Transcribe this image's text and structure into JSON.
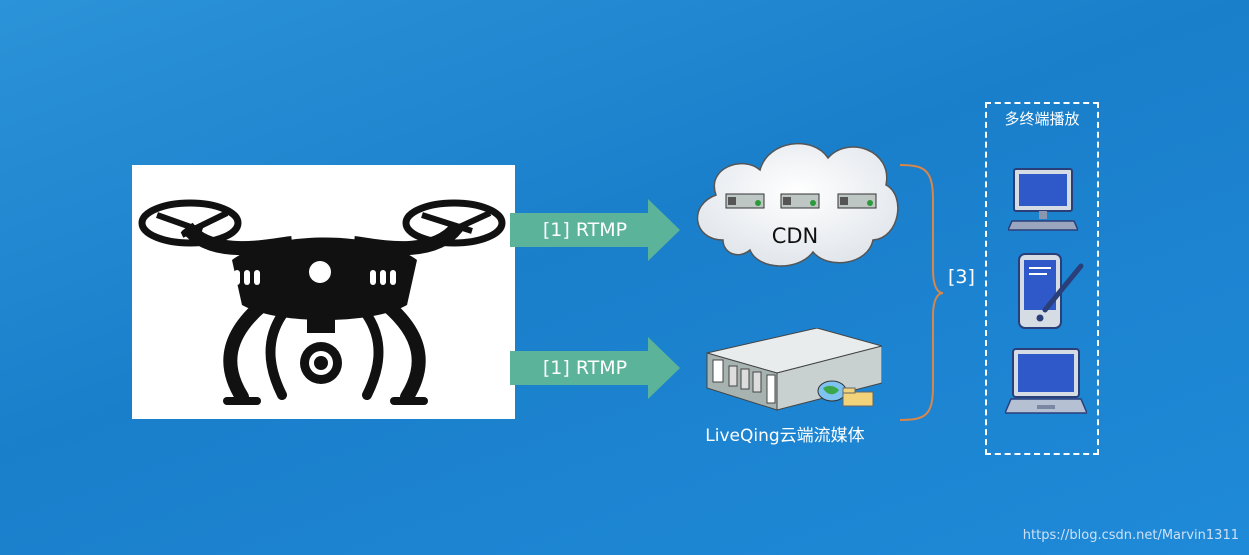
{
  "diagram": {
    "arrows": [
      {
        "label": "[1] RTMP"
      },
      {
        "label": "[1] RTMP"
      }
    ],
    "cdn": {
      "label": "CDN"
    },
    "server": {
      "label": "LiveQing云端流媒体"
    },
    "distribution": {
      "label": "[3]"
    },
    "terminals": {
      "title": "多终端播放",
      "devices": [
        "monitor-icon",
        "pda-icon",
        "laptop-icon"
      ]
    }
  },
  "watermark": {
    "text": "https://blog.csdn.net/Marvin1311"
  },
  "colors": {
    "background": "#1f8ad8",
    "arrow": "#5bb39a",
    "brace": "#d9864a",
    "dashed_border": "#ffffff"
  }
}
